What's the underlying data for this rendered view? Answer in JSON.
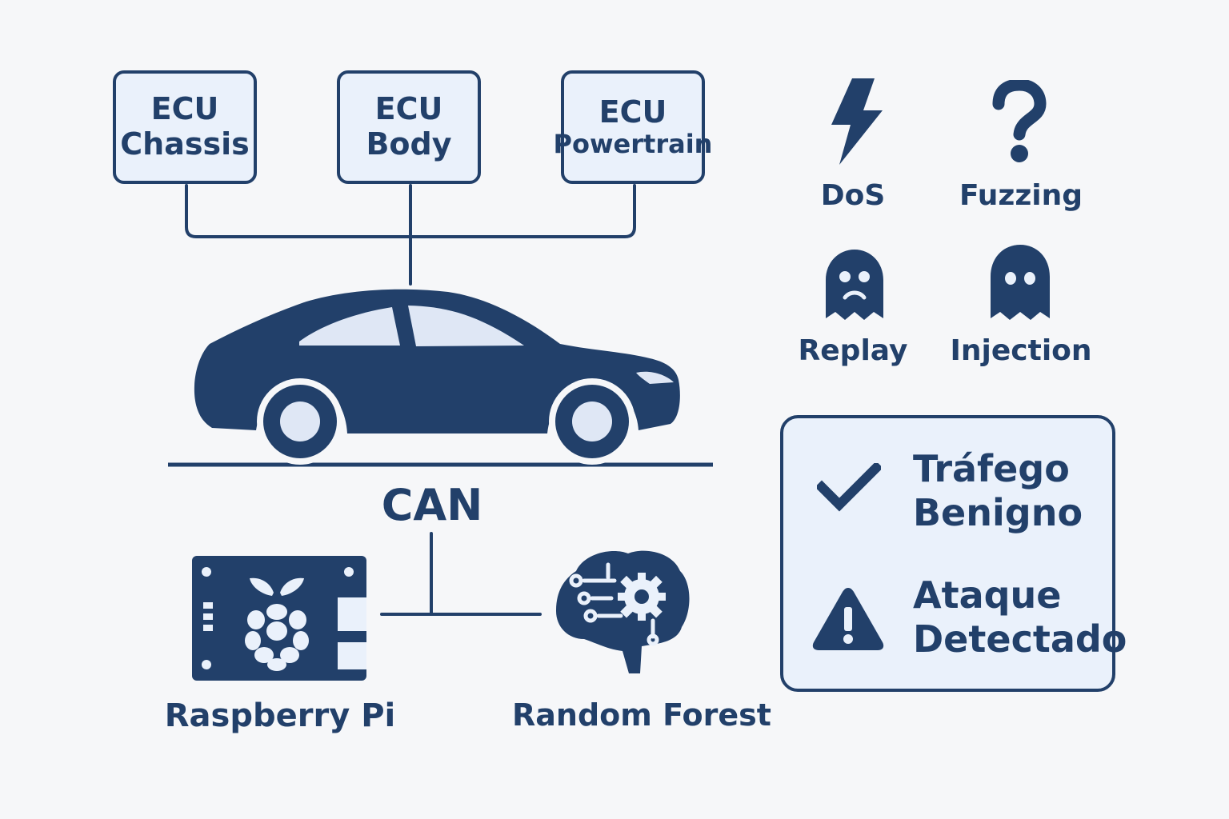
{
  "ecus": [
    {
      "line1": "ECU",
      "line2": "Chassis"
    },
    {
      "line1": "ECU",
      "line2": "Body"
    },
    {
      "line1": "ECU",
      "line2": "Powertrain"
    }
  ],
  "bus": {
    "label": "CAN"
  },
  "devices": {
    "raspberry": "Raspberry Pi",
    "model": "Random Forest"
  },
  "attacks": [
    {
      "name": "DoS",
      "icon": "lightning-icon"
    },
    {
      "name": "Fuzzing",
      "icon": "question-mark-icon"
    },
    {
      "name": "Replay",
      "icon": "sad-ghost-icon"
    },
    {
      "name": "Injection",
      "icon": "ghost-icon"
    }
  ],
  "results": {
    "benign_line1": "Tráfego",
    "benign_line2": "Benigno",
    "attack_line1": "Ataque",
    "attack_line2": "Detectado"
  },
  "colors": {
    "primary": "#22406a",
    "fill_light": "#eaf1fb",
    "background": "#f6f7f9"
  }
}
